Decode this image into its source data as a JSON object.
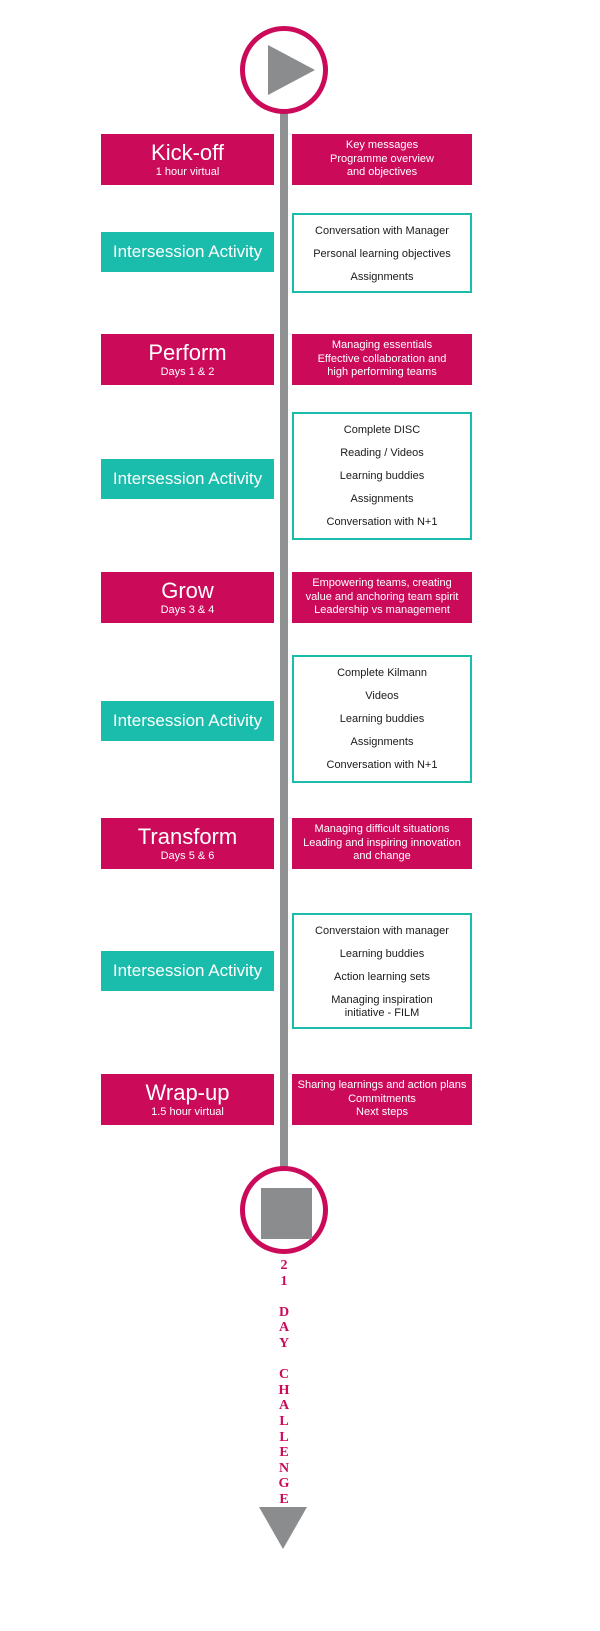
{
  "timeline": {
    "stages": [
      {
        "type": "session",
        "title": "Kick-off",
        "subtitle": "1 hour virtual",
        "details": [
          "Key messages",
          "Programme overview",
          "and objectives"
        ]
      },
      {
        "type": "activity",
        "title": "Intersession Activity",
        "details": [
          "Conversation with Manager",
          "Personal learning objectives",
          "Assignments"
        ]
      },
      {
        "type": "session",
        "title": "Perform",
        "subtitle": "Days 1 & 2",
        "details": [
          "Managing essentials",
          "Effective collaboration and",
          "high performing teams"
        ]
      },
      {
        "type": "activity",
        "title": "Intersession Activity",
        "details": [
          "Complete DISC",
          "Reading / Videos",
          "Learning buddies",
          "Assignments",
          "Conversation with N+1"
        ]
      },
      {
        "type": "session",
        "title": "Grow",
        "subtitle": "Days 3 & 4",
        "details": [
          "Empowering teams, creating",
          "value and anchoring team spirit",
          "Leadership vs management"
        ]
      },
      {
        "type": "activity",
        "title": "Intersession Activity",
        "details": [
          "Complete Kilmann",
          "Videos",
          "Learning buddies",
          "Assignments",
          "Conversation with N+1"
        ]
      },
      {
        "type": "session",
        "title": "Transform",
        "subtitle": "Days 5 & 6",
        "details": [
          "Managing difficult situations",
          "Leading and inspiring innovation",
          "and change"
        ]
      },
      {
        "type": "activity",
        "title": "Intersession Activity",
        "details": [
          "Converstaion with manager",
          "Learning buddies",
          "Action learning sets",
          "Managing inspiration\ninitiative - FILM"
        ]
      },
      {
        "type": "session",
        "title": "Wrap-up",
        "subtitle": "1.5 hour virtual",
        "details": [
          "Sharing learnings and action plans",
          "Commitments",
          "Next steps"
        ]
      }
    ],
    "challenge_text": "2\n1\n\nD\nA\nY\n\nC\nH\nA\nL\nL\nE\nN\nG\nE"
  },
  "icons": {
    "start": "play-icon",
    "end": "stop-icon",
    "continuation": "arrow-down-icon"
  },
  "colors": {
    "session": "#cc0a5a",
    "activity": "#1abcab",
    "line": "#8f9193"
  }
}
